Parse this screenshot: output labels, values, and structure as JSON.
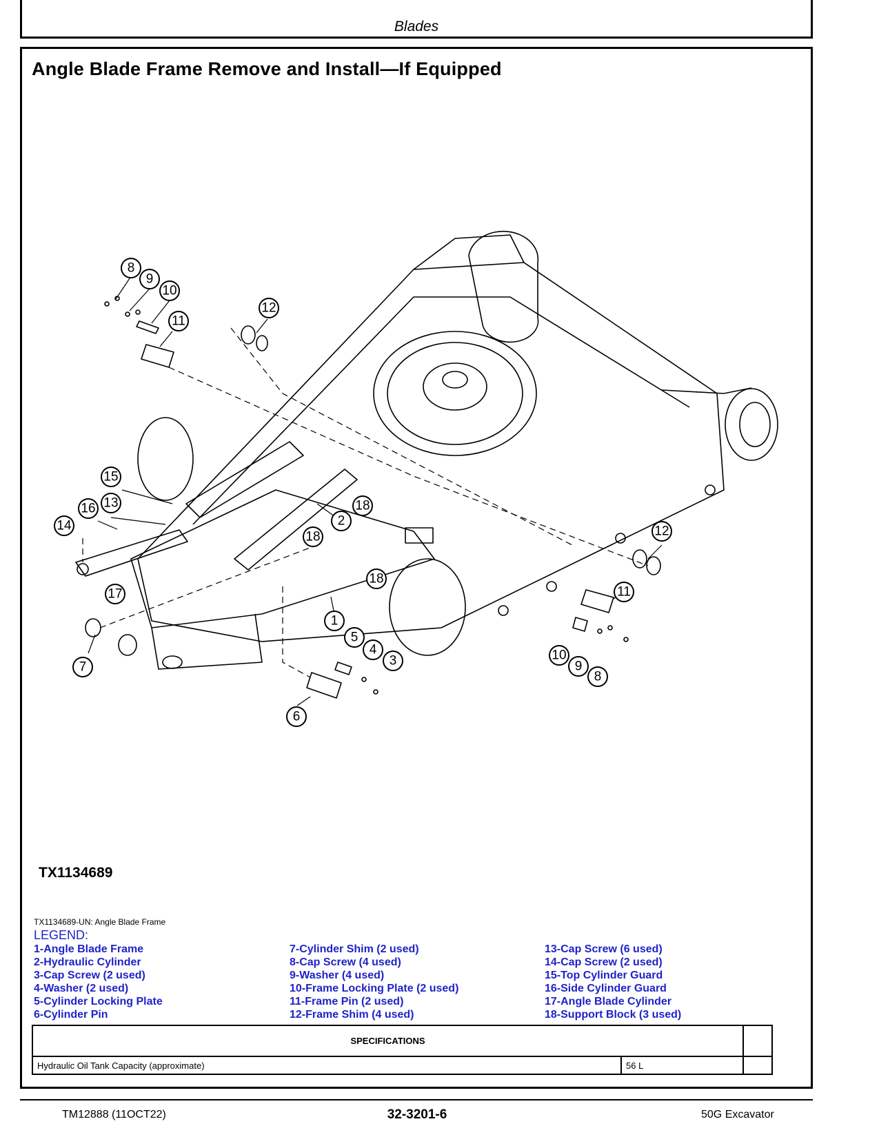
{
  "header": {
    "title": "Blades"
  },
  "section": {
    "title": "Angle Blade Frame Remove and Install—If Equipped"
  },
  "figure": {
    "id": "TX1134689",
    "caption": "TX1134689-UN: Angle Blade Frame",
    "callouts": [
      "8",
      "9",
      "10",
      "11",
      "12",
      "15",
      "16",
      "13",
      "14",
      "17",
      "2",
      "18",
      "18",
      "18",
      "1",
      "5",
      "4",
      "3",
      "6",
      "7",
      "12",
      "11",
      "10",
      "9",
      "8"
    ]
  },
  "legend": {
    "heading": "LEGEND:",
    "col1": [
      "1-Angle Blade Frame",
      "2-Hydraulic Cylinder",
      "3-Cap Screw (2 used)",
      "4-Washer (2 used)",
      "5-Cylinder Locking Plate",
      "6-Cylinder Pin"
    ],
    "col2": [
      "7-Cylinder Shim (2 used)",
      "8-Cap Screw (4 used)",
      "9-Washer (4 used)",
      "10-Frame Locking Plate (2 used)",
      "11-Frame Pin (2 used)",
      "12-Frame Shim (4 used)"
    ],
    "col3": [
      "13-Cap Screw (6 used)",
      "14-Cap Screw (2 used)",
      "15-Top Cylinder Guard",
      "16-Side Cylinder Guard",
      "17-Angle Blade Cylinder",
      "18-Support Block (3 used)"
    ]
  },
  "specifications": {
    "heading": "SPECIFICATIONS",
    "rows": [
      {
        "item": "Hydraulic Oil Tank Capacity (approximate)",
        "value": "56 L"
      }
    ]
  },
  "footer": {
    "left": "TM12888 (11OCT22)",
    "center": "32-3201-6",
    "right": "50G Excavator"
  },
  "colors": {
    "legend_text": "#1f23c8"
  }
}
